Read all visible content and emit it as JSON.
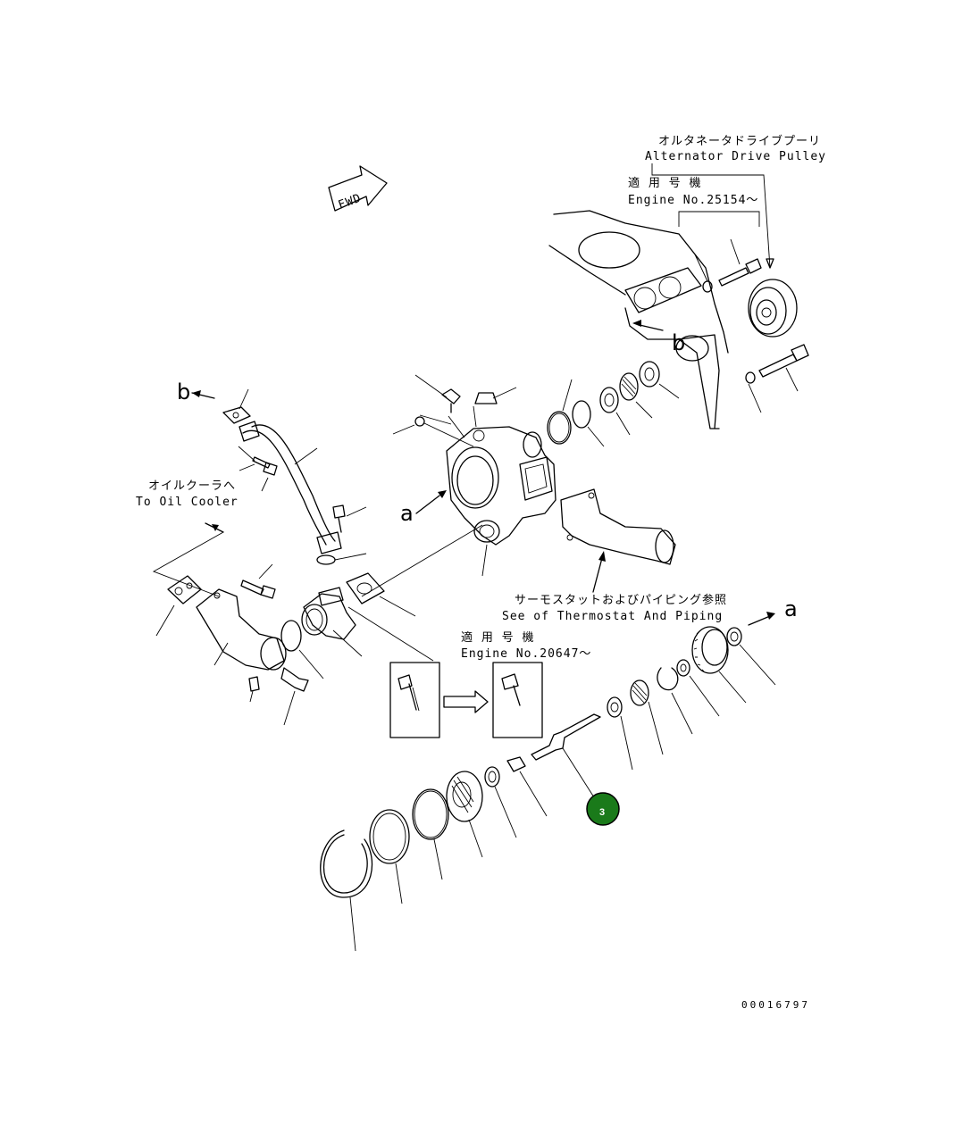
{
  "labels": {
    "alternator_pulley_jp": "オルタネータドライブプーリ",
    "alternator_pulley_en": "Alternator Drive Pulley",
    "applicable_engine_jp_1": "適 用 号 機",
    "applicable_engine_en_1": "Engine No.25154～",
    "applicable_engine_jp_2": "適 用 号 機",
    "applicable_engine_en_2": "Engine No.20647～",
    "oil_cooler_jp": "オイルクーラへ",
    "oil_cooler_en": "To Oil Cooler",
    "thermostat_jp": "サーモスタットおよびパイピング参照",
    "thermostat_en": "See of Thermostat And Piping",
    "fwd": "FWD",
    "ref_a_left": "a",
    "ref_a_right": "a",
    "ref_b_top": "b",
    "ref_b_right": "b",
    "drawing_number": "00016797"
  },
  "callout": {
    "label": "3",
    "color": "#1a7a1a"
  }
}
